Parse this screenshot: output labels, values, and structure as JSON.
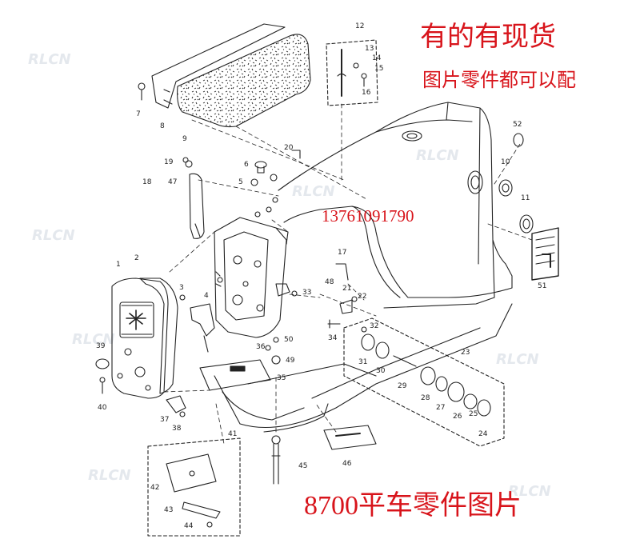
{
  "header": {
    "stock_line": "有的有现货",
    "match_line": "图片零件都可以配"
  },
  "phone": "13761091790",
  "footer_caption": "8700平车零件图片",
  "watermark_text": "RLCN",
  "colors": {
    "accent_red": "#d8141b",
    "line": "#222222",
    "watermark": "#cfd6e0"
  },
  "part_numbers": [
    "1",
    "2",
    "3",
    "4",
    "5",
    "6",
    "7",
    "8",
    "9",
    "10",
    "11",
    "12",
    "13",
    "14",
    "15",
    "16",
    "17",
    "18",
    "19",
    "20",
    "21",
    "22",
    "23",
    "24",
    "25",
    "26",
    "27",
    "28",
    "29",
    "30",
    "31",
    "32",
    "33",
    "34",
    "35",
    "36",
    "37",
    "38",
    "39",
    "40",
    "41",
    "42",
    "43",
    "44",
    "45",
    "46",
    "47",
    "48",
    "49",
    "50",
    "51",
    "52"
  ]
}
